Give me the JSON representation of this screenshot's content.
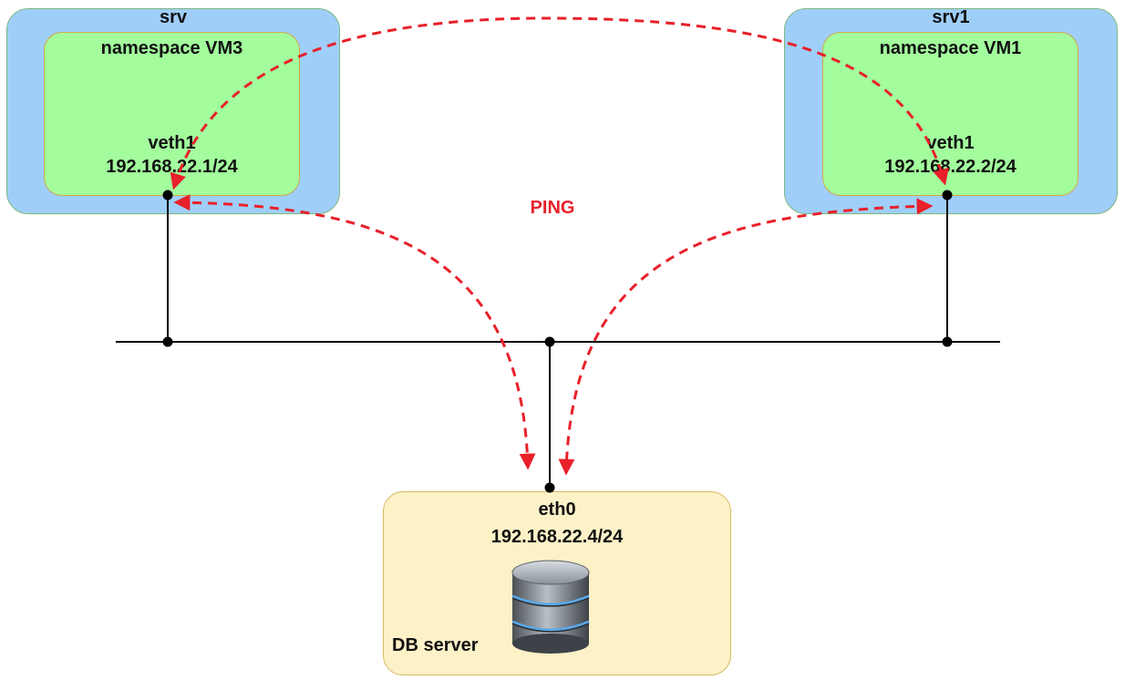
{
  "hosts": {
    "left": {
      "title": "srv",
      "namespace": "namespace VM3",
      "iface": "veth1",
      "ip": "192.168.22.1/24"
    },
    "right": {
      "title": "srv1",
      "namespace": "namespace VM1",
      "iface": "veth1",
      "ip": "192.168.22.2/24"
    }
  },
  "db": {
    "iface": "eth0",
    "ip": "192.168.22.4/24",
    "label": "DB server",
    "icon": "database-icon"
  },
  "flow": {
    "label": "PING"
  },
  "colors": {
    "host_fill": "#9fcff9",
    "namespace_fill": "#a3fd9d",
    "db_fill": "#fdf1c8",
    "ping_arrow": "#e8202a"
  }
}
